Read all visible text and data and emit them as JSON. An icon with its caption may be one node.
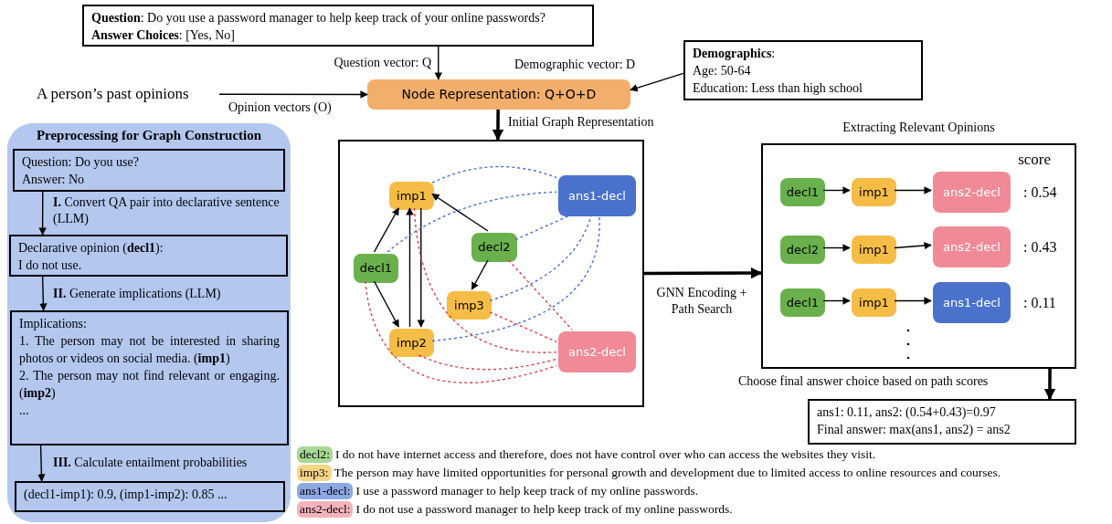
{
  "diagram": {
    "nodes": [
      {
        "text": [
          "**Question**: Do you use a password manager to help keep track of your online passwords?",
          "**Answer Choices**: [Yes, No]"
        ]
      },
      {
        "text": [
          "**Demographics**:",
          "Age: 50-64",
          "Education: Less than high school"
        ]
      },
      {
        "text": [
          "A person’s past opinions"
        ]
      },
      {
        "text": [
          "Node Representation: Q+O+D"
        ]
      },
      {
        "text": [
          "Preprocessing for Graph Construction"
        ]
      },
      {
        "text": [
          "Question: Do you use?",
          "Answer: No"
        ],
        "in": 4
      },
      {
        "text": [
          "Declarative opinion (**decl1**):",
          "I do not use."
        ],
        "in": 4
      },
      {
        "text": [
          "Implications:",
          "1. The person may not be interested in sharing photos or videos on social media. (**imp1**)",
          "2. The person may not find relevant or engaging. (**imp2**)",
          "..."
        ],
        "in": 4
      },
      {
        "text": [
          "(decl1-imp1): 0.9, (imp1-imp2): 0.85 ..."
        ],
        "in": 4
      },
      {
        "text": [],
        "shape": "box"
      },
      {
        "text": [
          "imp1"
        ],
        "in": 9
      },
      {
        "text": [
          "ans1-decl"
        ],
        "in": 9
      },
      {
        "text": [
          "decl2"
        ],
        "in": 9
      },
      {
        "text": [
          "decl1"
        ],
        "in": 9
      },
      {
        "text": [
          "imp3"
        ],
        "in": 9
      },
      {
        "text": [
          "imp2"
        ],
        "in": 9
      },
      {
        "text": [
          "ans2-decl"
        ],
        "in": 9
      },
      {
        "text": [
          "Extracting Relevant Opinions",
          "score"
        ]
      },
      {
        "text": [
          "decl1"
        ],
        "in": 17
      },
      {
        "text": [
          "imp1"
        ],
        "in": 17
      },
      {
        "text": [
          "ans2-decl"
        ],
        "in": 17,
        "beside": [
          ": 0.54"
        ]
      },
      {
        "text": [
          "decl2"
        ],
        "in": 17
      },
      {
        "text": [
          "imp1"
        ],
        "in": 17
      },
      {
        "text": [
          "ans2-decl"
        ],
        "in": 17,
        "beside": [
          ": 0.43"
        ]
      },
      {
        "text": [
          "decl1"
        ],
        "in": 17
      },
      {
        "text": [
          "imp1"
        ],
        "in": 17
      },
      {
        "text": [
          "ans1-decl"
        ],
        "in": 17,
        "beside": [
          ": 0.11"
        ]
      },
      {
        "text": [
          "ans1: 0.11, ans2: (0.54+0.43)=0.97",
          "Final answer: max(ans1, ans2) = ans2"
        ]
      }
    ],
    "edges": [
      {
        "from": 0,
        "to": 3,
        "arrow": "to",
        "label": "Question vector: Q"
      },
      {
        "from": 1,
        "to": 3,
        "arrow": "to",
        "label": "Demographic vector: D"
      },
      {
        "from": 2,
        "to": 3,
        "arrow": "to",
        "label": "Opinion vectors (O)"
      },
      {
        "from": 3,
        "to": 9,
        "arrow": "to",
        "label": "Initial Graph Representation",
        "style": "thick"
      },
      {
        "from": 5,
        "to": 6,
        "arrow": "to",
        "label": "**I.** Convert QA pair into declarative sentence (LLM)"
      },
      {
        "from": 6,
        "to": 7,
        "arrow": "to",
        "label": "**II.** Generate implications (LLM)"
      },
      {
        "from": 7,
        "to": 8,
        "arrow": "to",
        "label": "**III.** Calculate entailment probabilities"
      },
      {
        "from": 13,
        "to": 10,
        "arrow": "to"
      },
      {
        "from": 13,
        "to": 15,
        "arrow": "to"
      },
      {
        "from": 15,
        "to": 10,
        "arrow": "to"
      },
      {
        "from": 10,
        "to": 15,
        "arrow": "to"
      },
      {
        "from": 12,
        "to": 10,
        "arrow": "to"
      },
      {
        "from": 12,
        "to": 14,
        "arrow": "to"
      },
      {
        "from": 10,
        "to": 11,
        "arrow": "none",
        "style": "dashed",
        "color": "#4a6fd0"
      },
      {
        "from": 13,
        "to": 11,
        "arrow": "none",
        "style": "dashed",
        "color": "#4a6fd0"
      },
      {
        "from": 12,
        "to": 11,
        "arrow": "none",
        "style": "dashed",
        "color": "#4a6fd0"
      },
      {
        "from": 14,
        "to": 11,
        "arrow": "none",
        "style": "dashed",
        "color": "#4a6fd0"
      },
      {
        "from": 15,
        "to": 11,
        "arrow": "none",
        "style": "dashed",
        "color": "#4a6fd0"
      },
      {
        "from": 12,
        "to": 16,
        "arrow": "none",
        "style": "dashed",
        "color": "#e0404f"
      },
      {
        "from": 14,
        "to": 16,
        "arrow": "none",
        "style": "dashed",
        "color": "#e0404f"
      },
      {
        "from": 10,
        "to": 16,
        "arrow": "none",
        "style": "dashed",
        "color": "#e0404f"
      },
      {
        "from": 15,
        "to": 16,
        "arrow": "none",
        "style": "dashed",
        "color": "#e0404f"
      },
      {
        "from": 13,
        "to": 16,
        "arrow": "none",
        "style": "dashed",
        "color": "#e0404f"
      },
      {
        "from": 9,
        "to": 17,
        "arrow": "to",
        "label": "GNN Encoding + Path Search",
        "style": "thick"
      },
      {
        "from": 18,
        "to": 19,
        "arrow": "to"
      },
      {
        "from": 19,
        "to": 20,
        "arrow": "to"
      },
      {
        "from": 21,
        "to": 22,
        "arrow": "to"
      },
      {
        "from": 22,
        "to": 23,
        "arrow": "to"
      },
      {
        "from": 24,
        "to": 25,
        "arrow": "to"
      },
      {
        "from": 25,
        "to": 26,
        "arrow": "to"
      },
      {
        "from": 17,
        "to": 27,
        "arrow": "to",
        "label": "Choose final answer choice based on path scores",
        "style": "thick"
      }
    ],
    "legend": [
      {
        "text": "decl2: I do not have internet access and therefore, does not have control over who can access the websites they visit.",
        "color": "#a8d894"
      },
      {
        "text": "imp3: The person may have limited opportunities for personal growth and development due to limited access to online resources and courses.",
        "color": "#f7d587"
      },
      {
        "text": "ans1-decl: I use a password manager to help keep track of my online passwords.",
        "color": "#8ea8e4"
      },
      {
        "text": "ans2-decl: I do not use a password manager to help keep track of my online passwords.",
        "color": "#f3b3bb"
      }
    ]
  }
}
